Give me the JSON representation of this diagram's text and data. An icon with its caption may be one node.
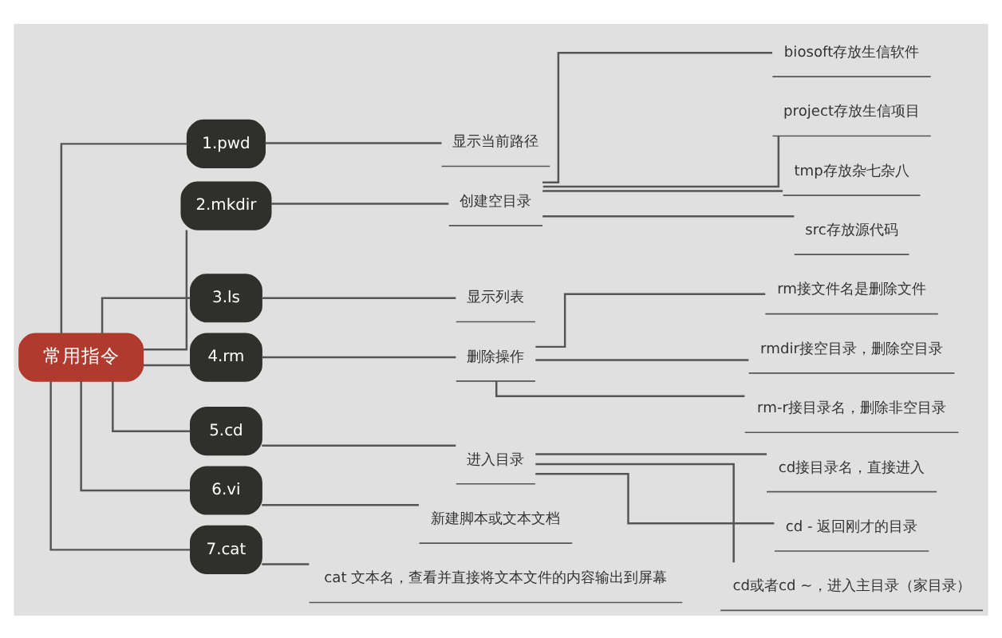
{
  "diagram": {
    "nodes": [
      {
        "text": [
          "常用指令"
        ]
      },
      {
        "text": [
          "1.pwd"
        ]
      },
      {
        "text": [
          "显示当前路径"
        ]
      },
      {
        "text": [
          "2.mkdir"
        ]
      },
      {
        "text": [
          "创建空目录"
        ]
      },
      {
        "text": [
          "biosoft存放生信软件"
        ]
      },
      {
        "text": [
          "project存放生信项目"
        ]
      },
      {
        "text": [
          "tmp存放杂七杂八"
        ]
      },
      {
        "text": [
          "src存放源代码"
        ]
      },
      {
        "text": [
          "3.ls"
        ]
      },
      {
        "text": [
          "显示列表"
        ]
      },
      {
        "text": [
          "4.rm"
        ]
      },
      {
        "text": [
          "删除操作"
        ]
      },
      {
        "text": [
          "rm接文件名是删除文件"
        ]
      },
      {
        "text": [
          "rmdir接空目录，删除空目录"
        ]
      },
      {
        "text": [
          "rm-r接目录名，删除非空目录"
        ]
      },
      {
        "text": [
          "5.cd"
        ]
      },
      {
        "text": [
          "进入目录"
        ]
      },
      {
        "text": [
          "cd接目录名，直接进入"
        ]
      },
      {
        "text": [
          "cd - 返回刚才的目录"
        ]
      },
      {
        "text": [
          "cd或者cd ~，进入主目录（家目录）"
        ]
      },
      {
        "text": [
          "6.vi"
        ]
      },
      {
        "text": [
          "新建脚本或文本文档"
        ]
      },
      {
        "text": [
          "7.cat"
        ]
      },
      {
        "text": [
          "cat 文本名，查看并直接将文本文件的内容输出到屏幕"
        ]
      }
    ],
    "edges": [
      {
        "from": 0,
        "to": 1,
        "arrow": "none"
      },
      {
        "from": 1,
        "to": 2,
        "arrow": "none"
      },
      {
        "from": 0,
        "to": 3,
        "arrow": "none"
      },
      {
        "from": 3,
        "to": 4,
        "arrow": "none"
      },
      {
        "from": 4,
        "to": 5,
        "arrow": "none"
      },
      {
        "from": 4,
        "to": 6,
        "arrow": "none"
      },
      {
        "from": 4,
        "to": 7,
        "arrow": "none"
      },
      {
        "from": 4,
        "to": 8,
        "arrow": "none"
      },
      {
        "from": 0,
        "to": 9,
        "arrow": "none"
      },
      {
        "from": 9,
        "to": 10,
        "arrow": "none"
      },
      {
        "from": 0,
        "to": 11,
        "arrow": "none"
      },
      {
        "from": 11,
        "to": 12,
        "arrow": "none"
      },
      {
        "from": 12,
        "to": 13,
        "arrow": "none"
      },
      {
        "from": 12,
        "to": 14,
        "arrow": "none"
      },
      {
        "from": 12,
        "to": 15,
        "arrow": "none"
      },
      {
        "from": 0,
        "to": 16,
        "arrow": "none"
      },
      {
        "from": 16,
        "to": 17,
        "arrow": "none"
      },
      {
        "from": 17,
        "to": 18,
        "arrow": "none"
      },
      {
        "from": 17,
        "to": 19,
        "arrow": "none"
      },
      {
        "from": 17,
        "to": 20,
        "arrow": "none"
      },
      {
        "from": 0,
        "to": 21,
        "arrow": "none"
      },
      {
        "from": 21,
        "to": 22,
        "arrow": "none"
      },
      {
        "from": 0,
        "to": 23,
        "arrow": "none"
      },
      {
        "from": 23,
        "to": 24,
        "arrow": "none"
      }
    ]
  }
}
